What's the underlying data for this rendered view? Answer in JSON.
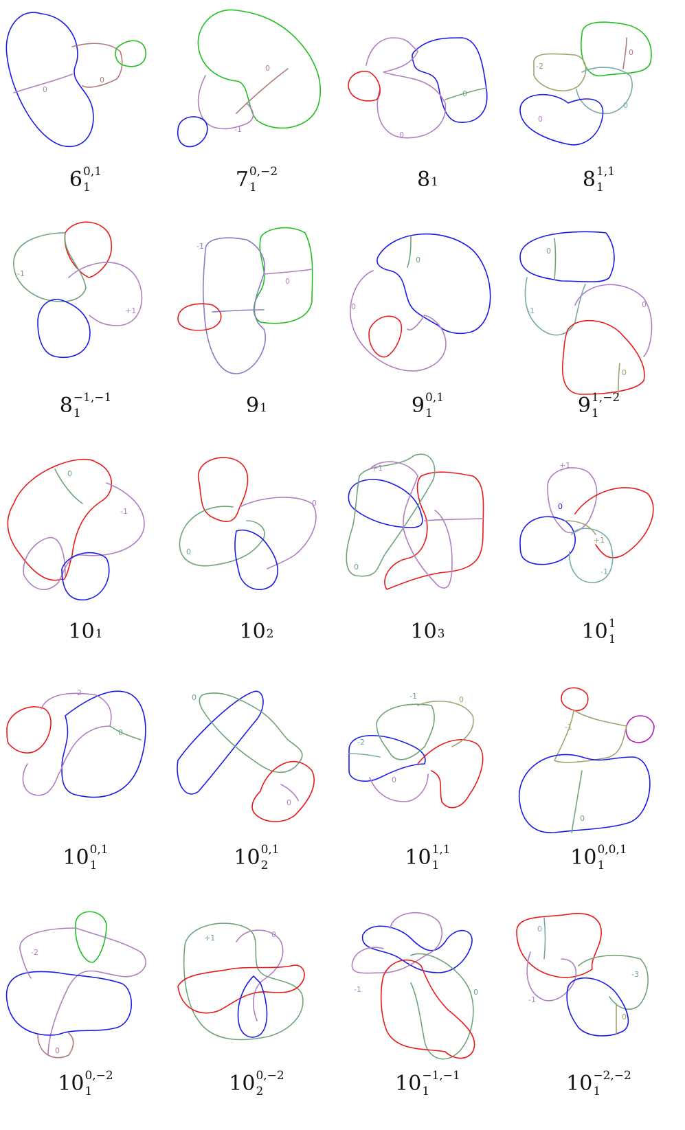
{
  "colors": {
    "blue": "#1a1ae6",
    "green": "#1fbf1f",
    "red": "#e61a1a",
    "purple": "#b07fbf",
    "brown": "#b07a7a",
    "olive": "#a3a070",
    "seagreen": "#6fa37a",
    "teal": "#74aaa8",
    "magenta": "#b51ab5"
  },
  "figures": [
    {
      "base": "6",
      "sub": "1",
      "sup": "0,1",
      "labels": [
        "0",
        "0"
      ]
    },
    {
      "base": "7",
      "sub": "1",
      "sup": "0,−2",
      "labels": [
        "0",
        "-1"
      ]
    },
    {
      "base": "8",
      "sub": "1",
      "sup": "",
      "labels": [
        "0",
        "0"
      ]
    },
    {
      "base": "8",
      "sub": "1",
      "sup": "1,1",
      "labels": [
        "0",
        "-2",
        "0",
        "0"
      ]
    },
    {
      "base": "8",
      "sub": "1",
      "sup": "−1,−1",
      "labels": [
        "-1",
        "+1"
      ]
    },
    {
      "base": "9",
      "sub": "1",
      "sup": "",
      "labels": [
        "-1",
        "0"
      ]
    },
    {
      "base": "9",
      "sub": "1",
      "sup": "0,1",
      "labels": [
        "0",
        "0"
      ]
    },
    {
      "base": "9",
      "sub": "1",
      "sup": "1,−2",
      "labels": [
        "0",
        "-1",
        "0",
        "0"
      ]
    },
    {
      "base": "10",
      "sub": "1",
      "sup": "",
      "labels": [
        "0",
        "-1"
      ]
    },
    {
      "base": "10",
      "sub": "2",
      "sup": "",
      "labels": [
        "0",
        "0"
      ]
    },
    {
      "base": "10",
      "sub": "3",
      "sup": "",
      "labels": [
        "+1",
        "0"
      ]
    },
    {
      "base": "10",
      "sub": "1",
      "sup": "1",
      "labels": [
        "+1",
        "0",
        "+1",
        "-1"
      ]
    },
    {
      "base": "10",
      "sub": "1",
      "sup": "0,1",
      "labels": [
        "-2",
        "0"
      ]
    },
    {
      "base": "10",
      "sub": "2",
      "sup": "0,1",
      "labels": [
        "0",
        "0"
      ]
    },
    {
      "base": "10",
      "sub": "1",
      "sup": "1,1",
      "labels": [
        "-1",
        "0",
        "-2",
        "0"
      ]
    },
    {
      "base": "10",
      "sub": "1",
      "sup": "0,0,1",
      "labels": [
        "-1",
        "0"
      ]
    },
    {
      "base": "10",
      "sub": "1",
      "sup": "0,−2",
      "labels": [
        "-2",
        "0"
      ]
    },
    {
      "base": "10",
      "sub": "2",
      "sup": "0,−2",
      "labels": [
        "+1",
        "0"
      ]
    },
    {
      "base": "10",
      "sub": "1",
      "sup": "−1,−1",
      "labels": [
        "-1",
        "0"
      ]
    },
    {
      "base": "10",
      "sub": "1",
      "sup": "−2,−2",
      "labels": [
        "0",
        "-3",
        "-1",
        "0"
      ]
    }
  ]
}
